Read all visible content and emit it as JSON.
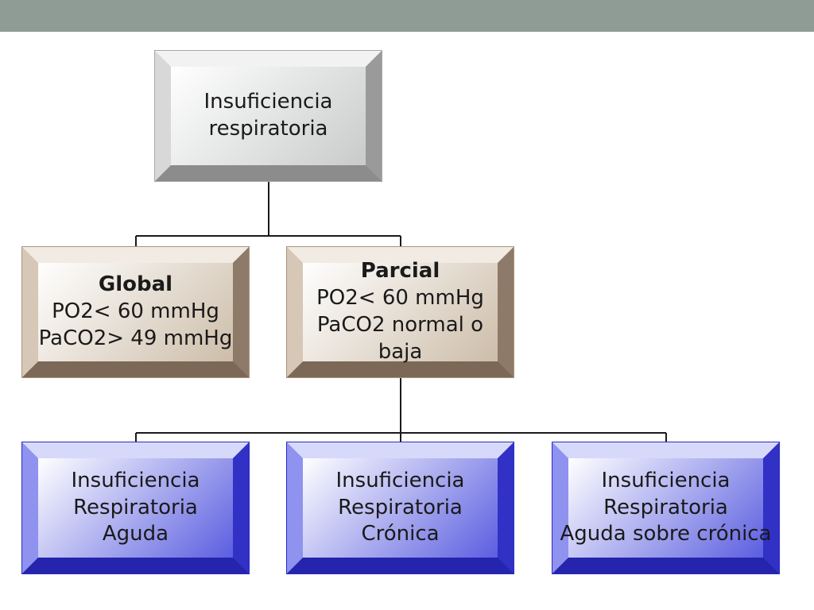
{
  "colors": {
    "top_band": "#8f9c95",
    "connector": "#1a1a1a"
  },
  "root": {
    "lines": [
      "Insuficiencia",
      "respiratoria"
    ]
  },
  "global": {
    "title": "Global",
    "lines": [
      "PO2< 60 mmHg",
      "PaCO2> 49 mmHg"
    ]
  },
  "parcial": {
    "title": "Parcial",
    "lines": [
      "PO2< 60 mmHg",
      "PaCO2 normal o",
      "baja"
    ]
  },
  "aguda": {
    "lines": [
      "Insuficiencia",
      "Respiratoria",
      "Aguda"
    ]
  },
  "cronica": {
    "lines": [
      "Insuficiencia",
      "Respiratoria",
      "Crónica"
    ]
  },
  "sobre": {
    "lines": [
      "Insuficiencia",
      "Respiratoria",
      "Aguda sobre crónica"
    ]
  }
}
